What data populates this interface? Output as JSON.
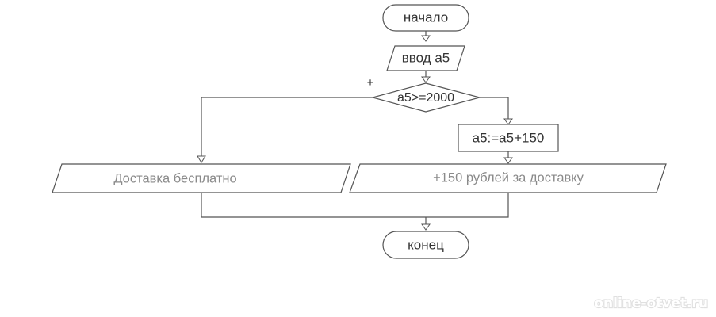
{
  "flowchart": {
    "start": {
      "label": "начало"
    },
    "input": {
      "label": "ввод а5"
    },
    "decision": {
      "label": "а5>=2000",
      "yes_label": "+"
    },
    "process": {
      "label": "а5:=а5+150"
    },
    "output_yes": {
      "label": "Доставка бесплатно"
    },
    "output_no": {
      "label": "+150 рублей за доставку"
    },
    "end": {
      "label": "конец"
    }
  },
  "watermark": {
    "text": "online-otvet.ru"
  },
  "colors": {
    "line": "#555555",
    "text": "#333333",
    "muted_text": "#8a8a8a",
    "background": "#ffffff"
  }
}
